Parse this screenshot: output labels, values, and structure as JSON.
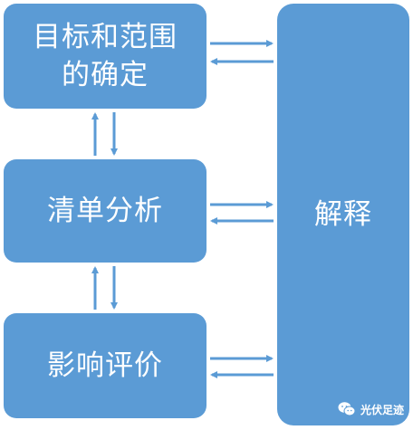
{
  "boxes": {
    "goal_scope": "目标和范围的确定",
    "inventory": "清单分析",
    "impact": "影响评价",
    "interpretation": "解释"
  },
  "watermark": {
    "text": "光伏足迹",
    "icon": "wechat-icon"
  },
  "colors": {
    "box_fill": "#5b9bd5",
    "text": "#ffffff",
    "arrow": "#5b9bd5"
  }
}
